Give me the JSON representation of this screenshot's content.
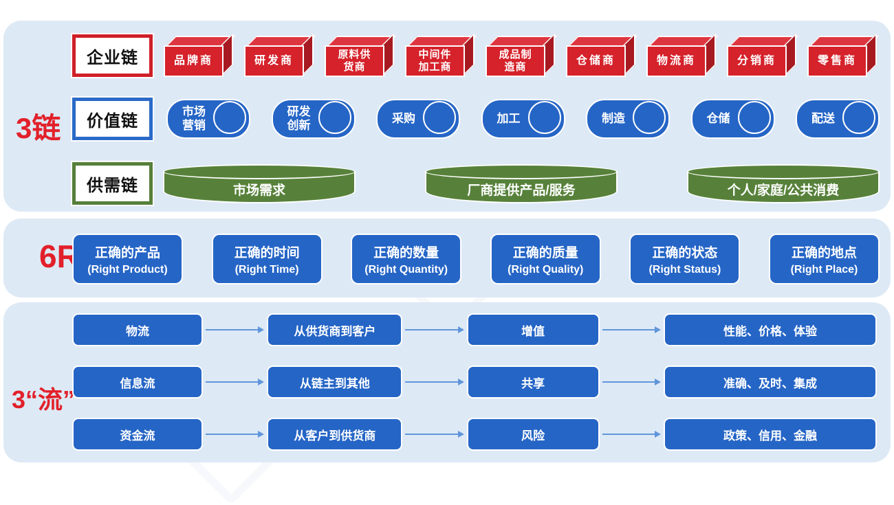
{
  "chains": {
    "section_label": "3链",
    "enterprise": {
      "label": "企业链",
      "boxes": [
        "品牌商",
        "研发商",
        "原料供\n货商",
        "中间件\n加工商",
        "成品制\n造商",
        "仓储商",
        "物流商",
        "分销商",
        "零售商"
      ]
    },
    "value": {
      "label": "价值链",
      "cylinders": [
        "市场\n营销",
        "研发\n创新",
        "采购",
        "加工",
        "制造",
        "仓储",
        "配送"
      ]
    },
    "supply_demand": {
      "label": "供需链",
      "discs": [
        "市场需求",
        "厂商提供产品/服务",
        "个人/家庭/公共消费"
      ]
    }
  },
  "six_r": {
    "section_label": "6R",
    "items": [
      {
        "cn": "正确的产品",
        "en": "(Right Product)"
      },
      {
        "cn": "正确的时间",
        "en": "(Right Time)"
      },
      {
        "cn": "正确的数量",
        "en": "(Right Quantity)"
      },
      {
        "cn": "正确的质量",
        "en": "(Right Quality)"
      },
      {
        "cn": "正确的状态",
        "en": "(Right Status)"
      },
      {
        "cn": "正确的地点",
        "en": "(Right Place)"
      }
    ]
  },
  "flows": {
    "section_label": "3“流”",
    "rows": [
      {
        "name": "物流",
        "path": "从供货商到客户",
        "feature": "增值",
        "attributes": "性能、价格、体验"
      },
      {
        "name": "信息流",
        "path": "从链主到其他",
        "feature": "共享",
        "attributes": "准确、及时、集成"
      },
      {
        "name": "资金流",
        "path": "从客户到供货商",
        "feature": "风险",
        "attributes": "政策、信用、金融"
      }
    ]
  },
  "colors": {
    "panel_bg": "#dde9f5",
    "red": "#d5222b",
    "blue": "#2565c6",
    "green": "#57813a",
    "heading_red": "#e2202a",
    "arrow": "#6095da"
  }
}
